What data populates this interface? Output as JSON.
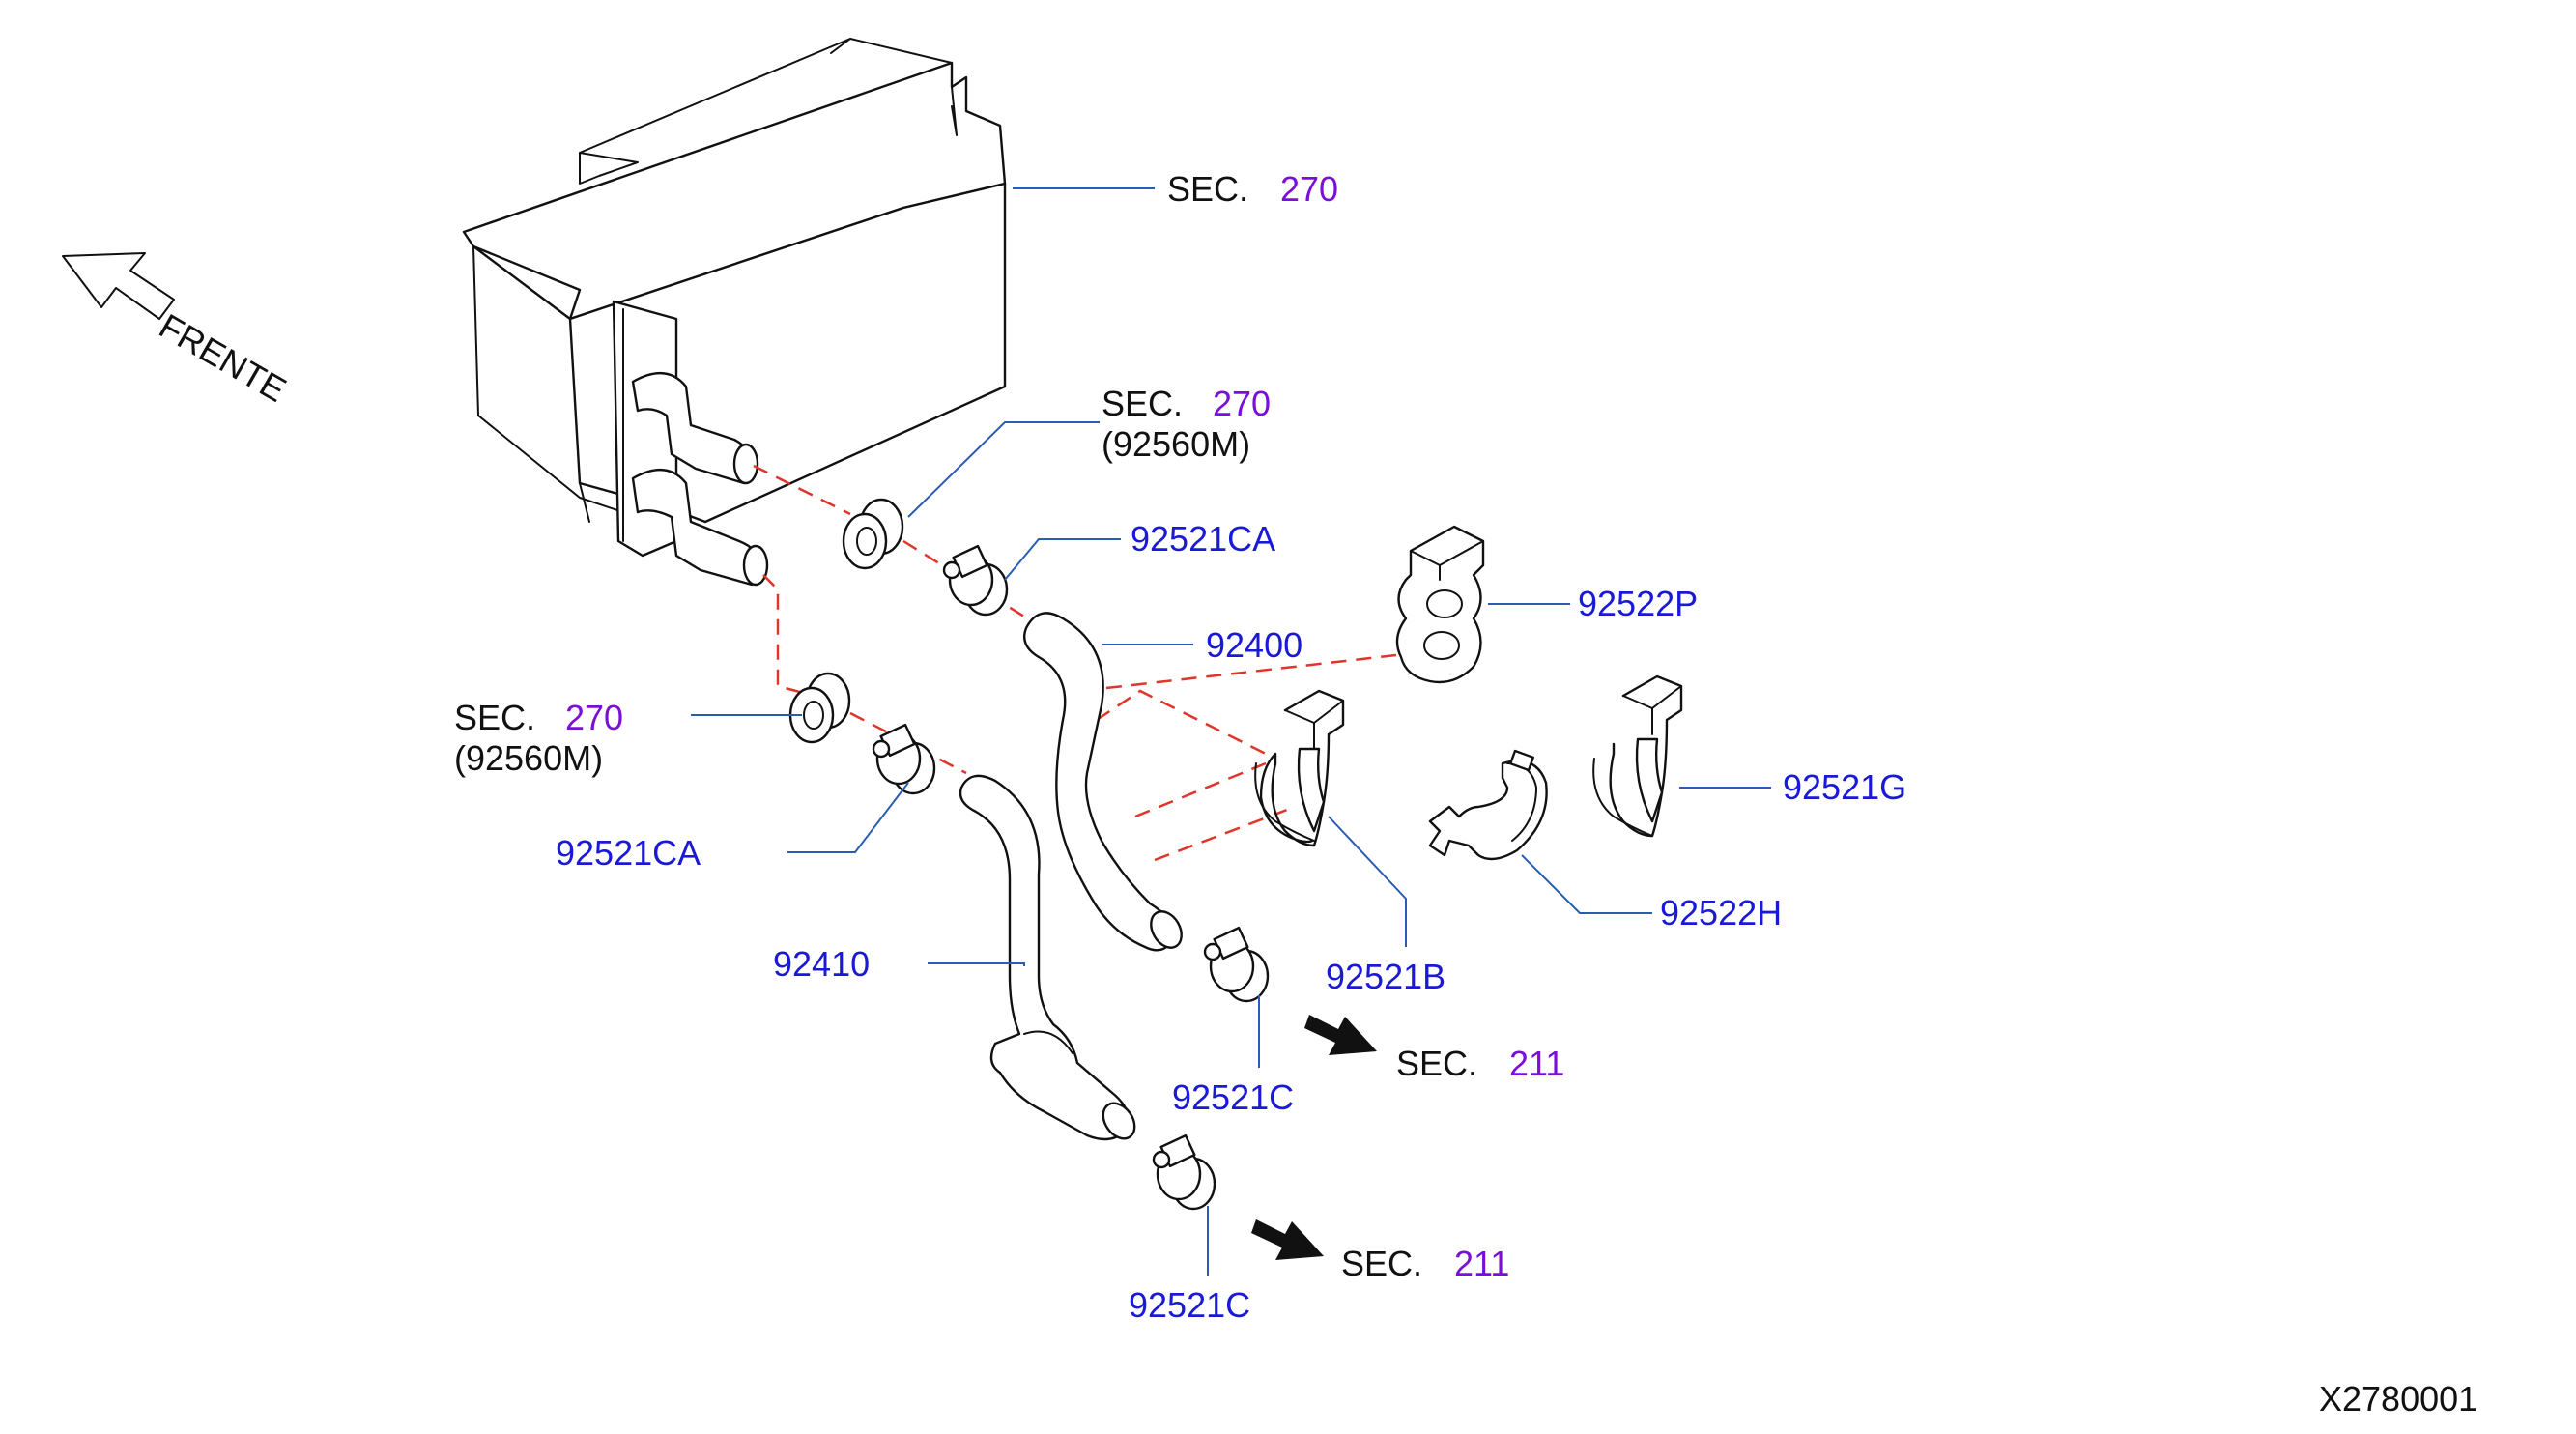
{
  "diagram": {
    "direction_label": "FRENTE",
    "drawing_number": "X2780001",
    "sec_word": "SEC.",
    "callouts": {
      "sec270_top": "270",
      "sec270_pipe": "270",
      "sec270_pipe_part": "(92560M)",
      "sec270_left": "270",
      "sec270_left_part": "(92560M)",
      "sec211_upper": "211",
      "sec211_lower": "211"
    },
    "parts": {
      "clamp_ca_upper": "92521CA",
      "clamp_ca_lower": "92521CA",
      "hose_92400": "92400",
      "hose_92410": "92410",
      "clip_92522p": "92522P",
      "clip_92521g": "92521G",
      "clip_92521b": "92521B",
      "clip_92522h": "92522H",
      "clamp_c_upper": "92521C",
      "clamp_c_lower": "92521C"
    },
    "colors": {
      "part_number": "#1a1ad6",
      "section_number": "#7a10d8",
      "leader_line": "#2a5db0",
      "phantom_line": "#e0352b"
    }
  }
}
